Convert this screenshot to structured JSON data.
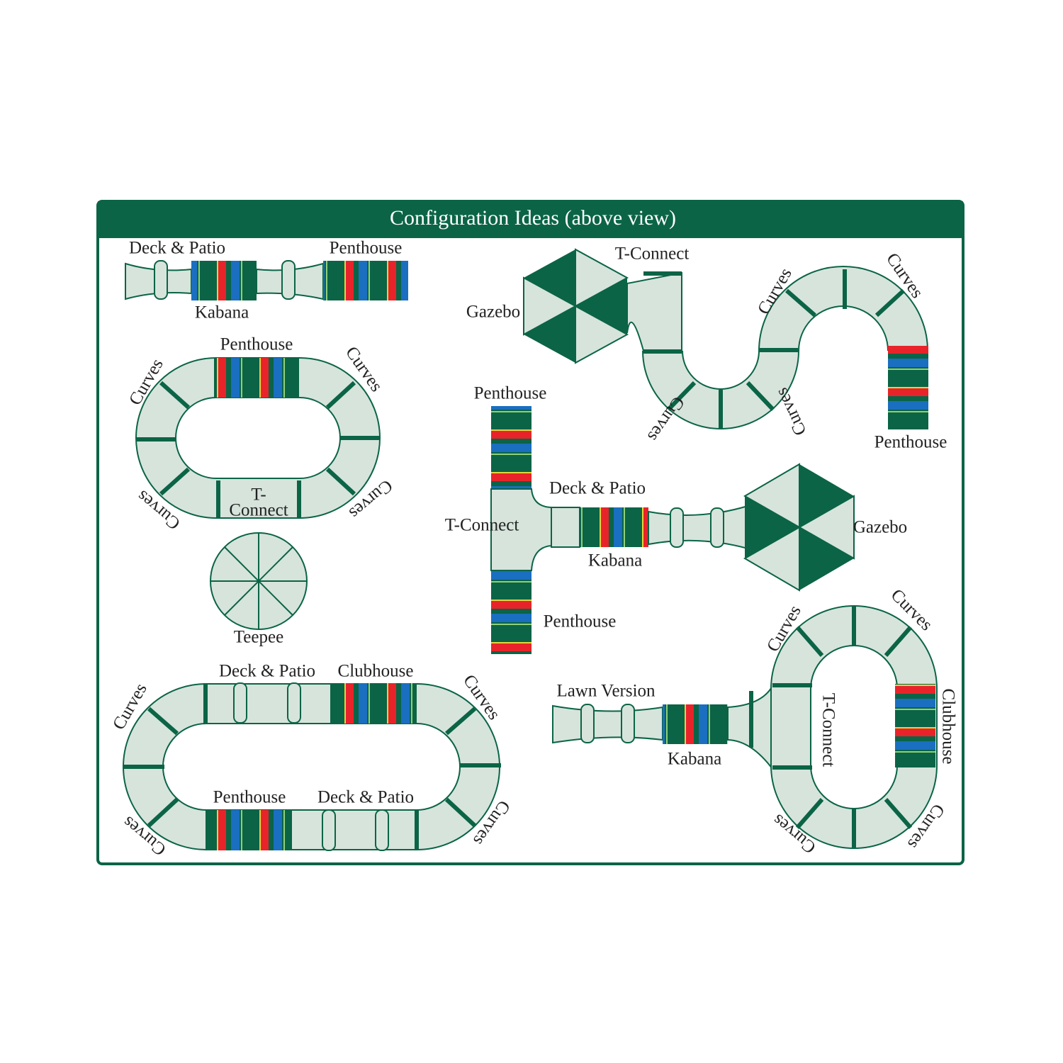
{
  "title": "Configuration Ideas (above view)",
  "colors": {
    "brand_green": "#0b6446",
    "tube_fill": "#d6e4dc",
    "red": "#e8242a",
    "blue": "#1a6fc0",
    "yellow": "#e6d43a"
  },
  "config1": {
    "deck_patio": "Deck & Patio",
    "penthouse": "Penthouse",
    "kabana": "Kabana"
  },
  "config2": {
    "penthouse": "Penthouse",
    "curves": "Curves",
    "t_connect_1": "T-",
    "t_connect_2": "Connect",
    "teepee": "Teepee"
  },
  "config3": {
    "gazebo": "Gazebo",
    "t_connect": "T-Connect",
    "curves": "Curves",
    "penthouse": "Penthouse"
  },
  "config4": {
    "penthouse": "Penthouse",
    "t_connect": "T-Connect",
    "deck_patio": "Deck & Patio",
    "kabana": "Kabana",
    "gazebo": "Gazebo"
  },
  "config5": {
    "deck_patio": "Deck & Patio",
    "clubhouse": "Clubhouse",
    "penthouse": "Penthouse",
    "curves": "Curves"
  },
  "config6": {
    "lawn_version": "Lawn  Version",
    "kabana": "Kabana",
    "t_connect": "T-Connect",
    "clubhouse": "Clubhouse",
    "curves": "Curves"
  }
}
